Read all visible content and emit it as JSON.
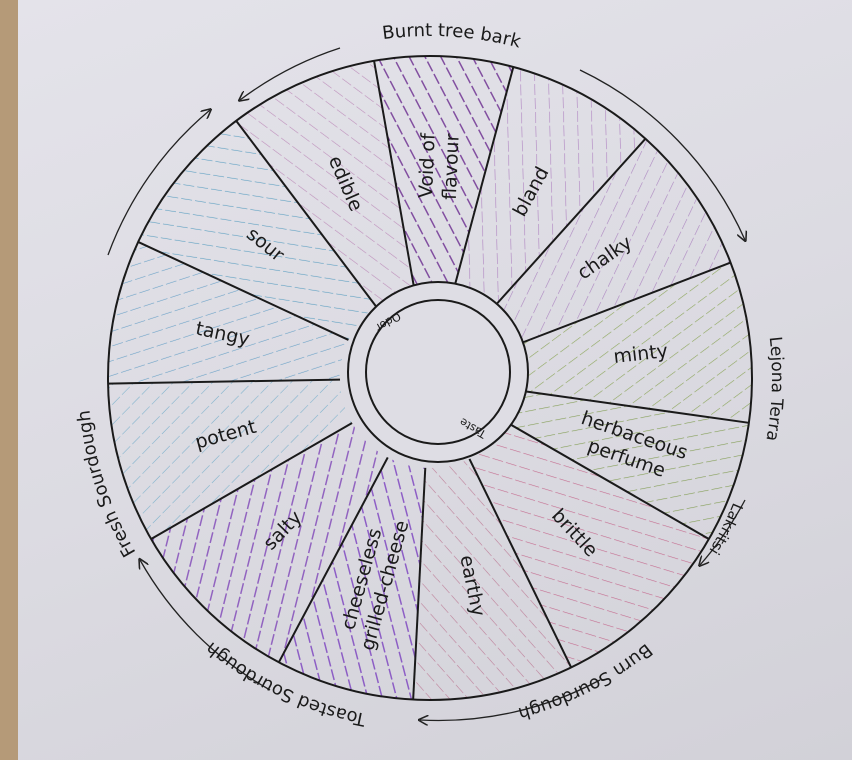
{
  "wheel": {
    "inner_labels": {
      "odor": "Odor",
      "taste": "Taste"
    },
    "segments": [
      {
        "label": "edible",
        "color": "#b57bb0"
      },
      {
        "label": "Void of flavour",
        "color": "#6a2a8e"
      },
      {
        "label": "bland",
        "color": "#a36bb8"
      },
      {
        "label": "chalky",
        "color": "#a070b8"
      },
      {
        "label": "minty",
        "color": "#7a9a3a"
      },
      {
        "label": "herbaceous perfume",
        "color": "#6d8f30"
      },
      {
        "label": "brittle",
        "color": "#c0507a"
      },
      {
        "label": "earthy",
        "color": "#b86a88"
      },
      {
        "label": "cheeseless grilled-cheese",
        "color": "#7a3fc0"
      },
      {
        "label": "salty",
        "color": "#8046b8"
      },
      {
        "label": "potent",
        "color": "#6aa9c8"
      },
      {
        "label": "tangy",
        "color": "#4f94c0"
      },
      {
        "label": "sour",
        "color": "#3a8fb8"
      }
    ],
    "outer_labels": {
      "burnt_tree_bark": "Burnt tree bark",
      "lejona_terra": "Lejona Terra",
      "lakritsi": "Lakritsi",
      "burn_sourdough": "Burn Sourdough",
      "toasted_sourdough": "Toasted Sourdough",
      "fresh_sourdough": "Fresh Sourdough"
    }
  }
}
